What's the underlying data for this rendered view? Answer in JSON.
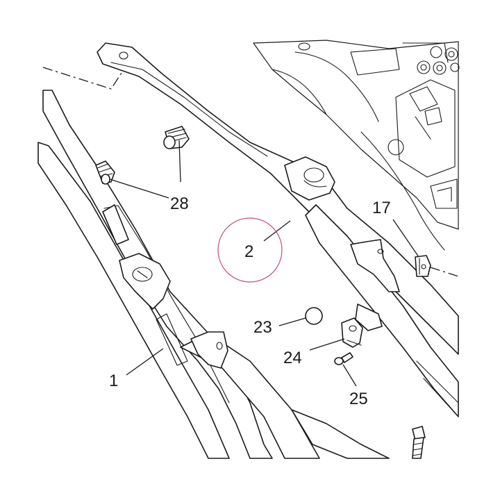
{
  "callouts": {
    "c1": "1",
    "c2": "2",
    "c17": "17",
    "c23": "23",
    "c24": "24",
    "c25": "25",
    "c28": "28"
  },
  "colors": {
    "line": "#1a1a1a",
    "highlight_circle": "#c0506a",
    "background": "#ffffff"
  }
}
